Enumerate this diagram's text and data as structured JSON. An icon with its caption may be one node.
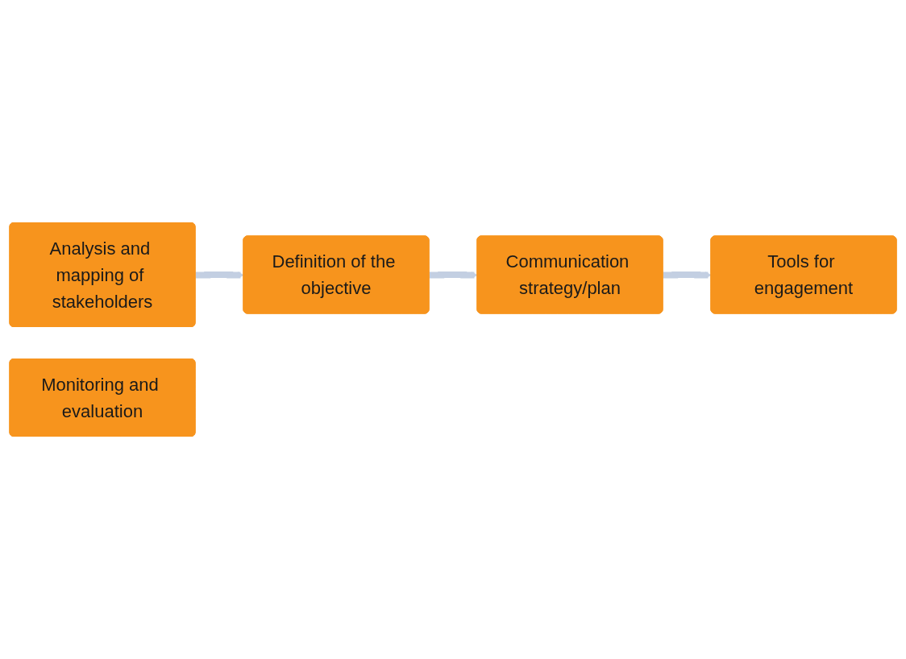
{
  "diagram": {
    "nodes": [
      {
        "text": [
          "Analysis and mapping of stakeholders"
        ]
      },
      {
        "text": [
          "Definition of the objective"
        ]
      },
      {
        "text": [
          "Communication strategy/plan"
        ]
      },
      {
        "text": [
          "Tools for engagement"
        ]
      },
      {
        "text": [
          "Monitoring and evaluation"
        ]
      }
    ],
    "edges": [
      {
        "from": 0,
        "to": 1,
        "arrow": "to"
      },
      {
        "from": 1,
        "to": 2,
        "arrow": "to"
      },
      {
        "from": 2,
        "to": 3,
        "arrow": "to"
      }
    ]
  }
}
